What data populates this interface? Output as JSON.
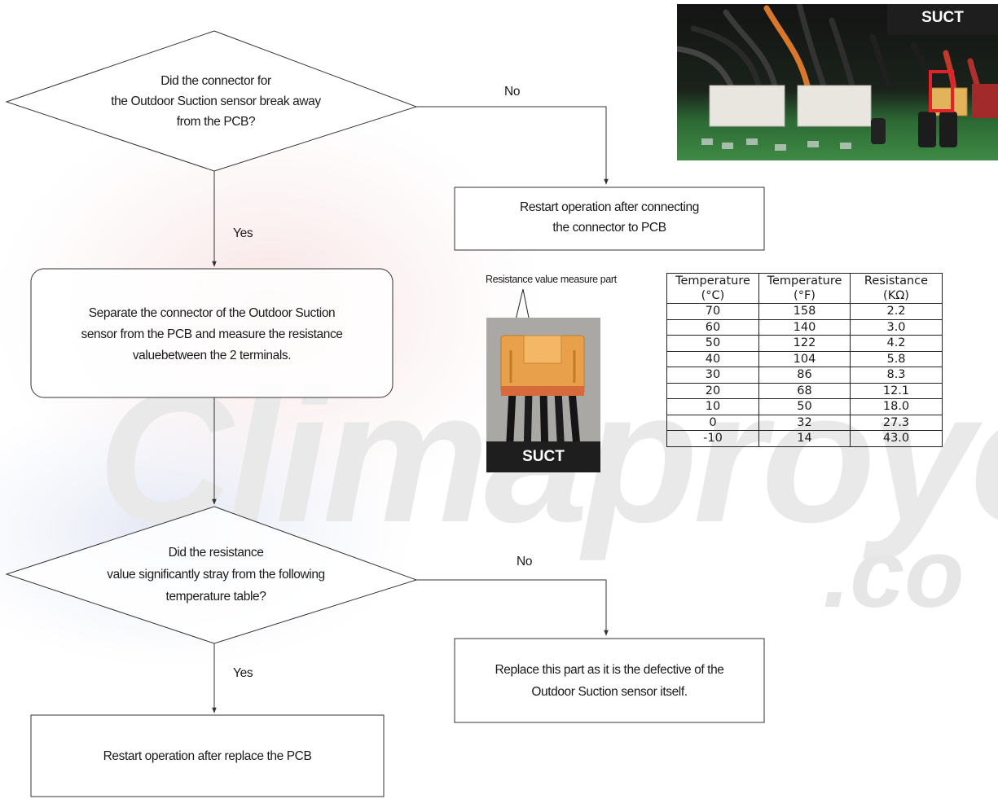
{
  "watermark": {
    "text": "Climaproyecto",
    "suffix": ".co"
  },
  "flow": {
    "q1": {
      "lines": [
        "Did the connector for",
        "the Outdoor Suction sensor break away",
        "from the PCB?"
      ]
    },
    "q1_no_label": "No",
    "q1_yes_label": "Yes",
    "box_restart_connect": {
      "lines": [
        "Restart operation after connecting",
        "the connector to PCB"
      ]
    },
    "box_separate": {
      "lines": [
        "Separate the connector of the Outdoor Suction",
        "sensor from the PCB and measure the resistance",
        "valuebetween the 2 terminals."
      ]
    },
    "q2": {
      "lines": [
        "Did the resistance",
        "value significantly stray from the following",
        "temperature table?"
      ]
    },
    "q2_no_label": "No",
    "q2_yes_label": "Yes",
    "box_replace_sensor": {
      "lines": [
        "Replace this part as it is the defective of the",
        "Outdoor Suction sensor itself."
      ]
    },
    "box_restart_pcb": {
      "lines": [
        "Restart operation after replace the PCB"
      ]
    }
  },
  "photo_pcb": {
    "label": "SUCT",
    "highlight_color": "#e0232b"
  },
  "photo_connector": {
    "label": "SUCT",
    "caption": "Resistance value measure part"
  },
  "resistance_table": {
    "headers": [
      [
        "Temperature",
        "(°C)"
      ],
      [
        "Temperature",
        "(°F)"
      ],
      [
        "Resistance",
        "(KΩ)"
      ]
    ],
    "rows": [
      [
        "70",
        "158",
        "2.2"
      ],
      [
        "60",
        "140",
        "3.0"
      ],
      [
        "50",
        "122",
        "4.2"
      ],
      [
        "40",
        "104",
        "5.8"
      ],
      [
        "30",
        "86",
        "8.3"
      ],
      [
        "20",
        "68",
        "12.1"
      ],
      [
        "10",
        "50",
        "18.0"
      ],
      [
        "0",
        "32",
        "27.3"
      ],
      [
        "-10",
        "14",
        "43.0"
      ]
    ]
  }
}
